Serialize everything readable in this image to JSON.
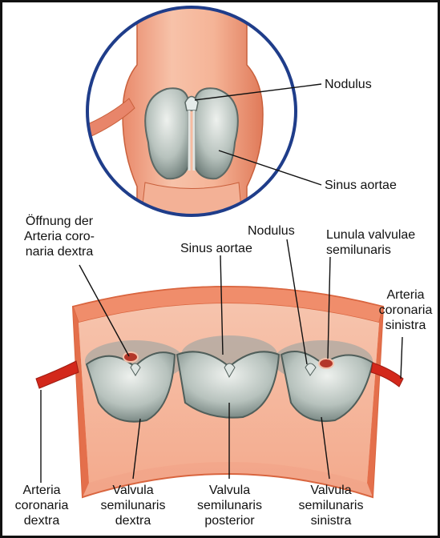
{
  "labels": {
    "nodulus_top": "Nodulus",
    "sinus_aortae_top": "Sinus aortae",
    "oeffnung": "Öffnung der\nArteria coro-\nnaria dextra",
    "nodulus_mid": "Nodulus",
    "lunula": "Lunula valvulae\nsemilunaris",
    "sinus_aortae_mid": "Sinus aortae",
    "arteria_sinistra": "Arteria\ncoronaria\nsinistra",
    "arteria_dextra": "Arteria\ncoronaria\ndextra",
    "valvula_dextra": "Valvula\nsemilunaris\ndextra",
    "valvula_posterior": "Valvula\nsemilunaris\nposterior",
    "valvula_sinistra": "Valvula\nsemilunaris\nsinistra"
  },
  "colors": {
    "circle_ring": "#1f3d8a",
    "vessel": "#f0a186",
    "vessel_dark": "#d9653f",
    "valve": "#b9c4c0",
    "artery_red": "#d3281b"
  }
}
